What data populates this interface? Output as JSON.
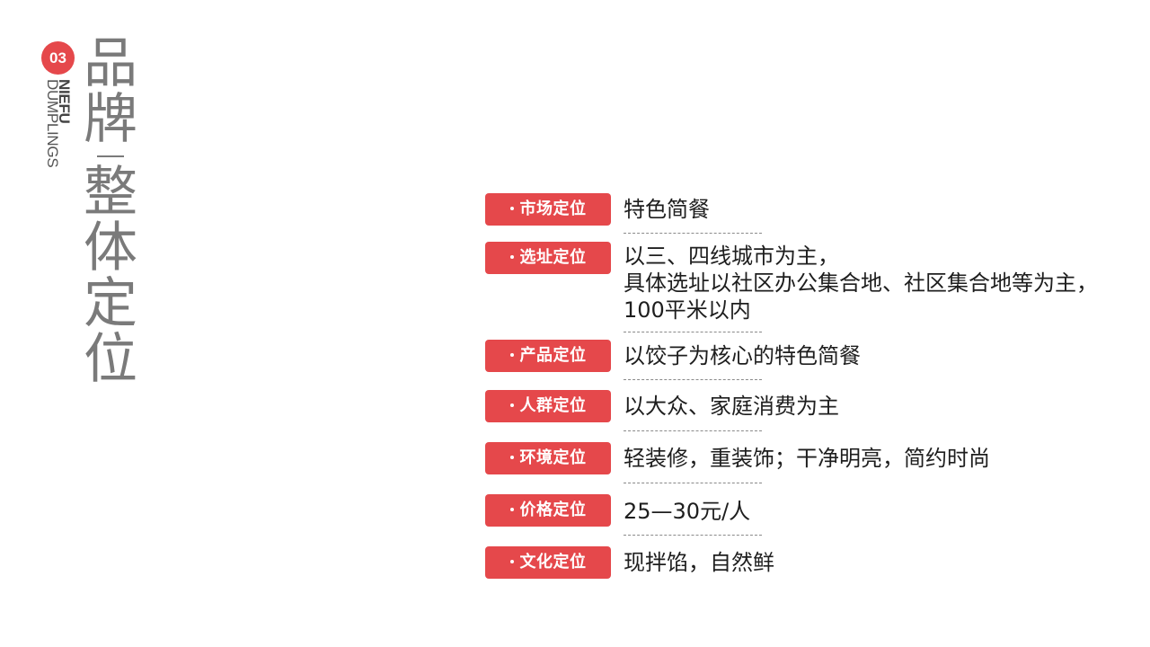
{
  "section": {
    "number": "03",
    "brand_en": [
      "NIEFU",
      "DUMPLINGS"
    ],
    "title_top": [
      "品",
      "牌"
    ],
    "title_bottom": [
      "整",
      "体",
      "定",
      "位"
    ]
  },
  "positioning": [
    {
      "label": "市场定位",
      "lines": [
        "特色简餐"
      ]
    },
    {
      "label": "选址定位",
      "lines": [
        "以三、四线城市为主，",
        "具体选址以社区办公集合地、社区集合地等为主，",
        "100平米以内"
      ]
    },
    {
      "label": "产品定位",
      "lines": [
        "以饺子为核心的特色简餐"
      ]
    },
    {
      "label": "人群定位",
      "lines": [
        "以大众、家庭消费为主"
      ]
    },
    {
      "label": "环境定位",
      "lines": [
        "轻装修，重装饰；干净明亮，简约时尚"
      ]
    },
    {
      "label": "价格定位",
      "lines": [
        "25—30元/人"
      ]
    },
    {
      "label": "文化定位",
      "lines": [
        "现拌馅，自然鲜"
      ]
    }
  ],
  "colors": {
    "accent": "#e5484b",
    "title_gray": "#7a7a7a",
    "text": "#1e1e1e"
  }
}
